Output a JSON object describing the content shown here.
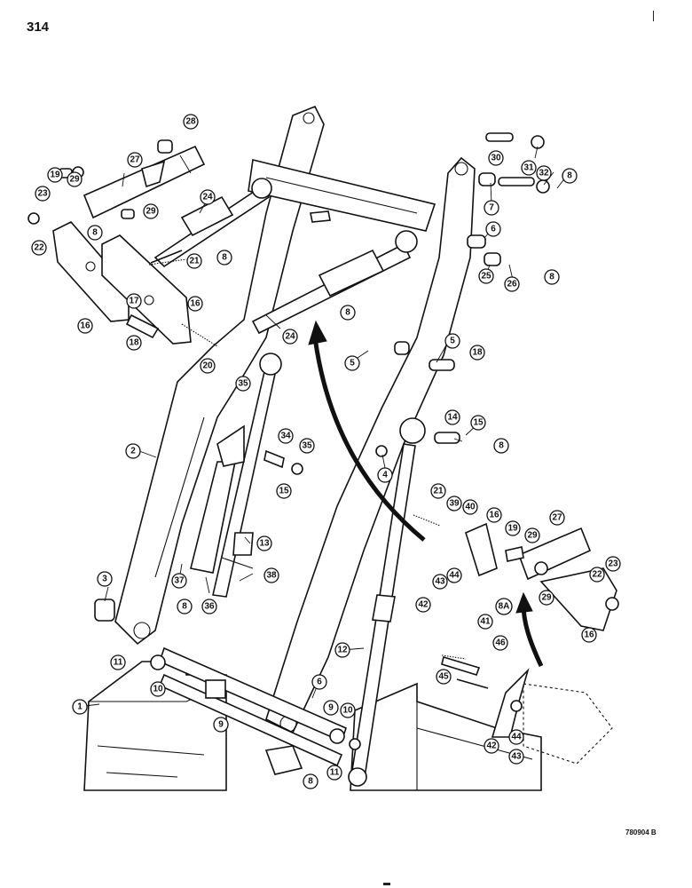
{
  "page_number": "314",
  "figure_code": "780904 B",
  "callouts": [
    {
      "id": "c1",
      "label": "1"
    },
    {
      "id": "c2",
      "label": "2"
    },
    {
      "id": "c3",
      "label": "3"
    },
    {
      "id": "c4",
      "label": "4"
    },
    {
      "id": "c5a",
      "label": "5"
    },
    {
      "id": "c5b",
      "label": "5"
    },
    {
      "id": "c6a",
      "label": "6"
    },
    {
      "id": "c6b",
      "label": "6"
    },
    {
      "id": "c7",
      "label": "7"
    },
    {
      "id": "c8a",
      "label": "8"
    },
    {
      "id": "c8b",
      "label": "8"
    },
    {
      "id": "c8c",
      "label": "8"
    },
    {
      "id": "c8d",
      "label": "8"
    },
    {
      "id": "c8e",
      "label": "8"
    },
    {
      "id": "c8f",
      "label": "8"
    },
    {
      "id": "c8g",
      "label": "8"
    },
    {
      "id": "c8h",
      "label": "8"
    },
    {
      "id": "c8i",
      "label": "8"
    },
    {
      "id": "c8A",
      "label": "8A"
    },
    {
      "id": "c9a",
      "label": "9"
    },
    {
      "id": "c9b",
      "label": "9"
    },
    {
      "id": "c10a",
      "label": "10"
    },
    {
      "id": "c10b",
      "label": "10"
    },
    {
      "id": "c11a",
      "label": "11"
    },
    {
      "id": "c11b",
      "label": "11"
    },
    {
      "id": "c12",
      "label": "12"
    },
    {
      "id": "c13",
      "label": "13"
    },
    {
      "id": "c14",
      "label": "14"
    },
    {
      "id": "c15a",
      "label": "15"
    },
    {
      "id": "c15b",
      "label": "15"
    },
    {
      "id": "c16a",
      "label": "16"
    },
    {
      "id": "c16b",
      "label": "16"
    },
    {
      "id": "c16c",
      "label": "16"
    },
    {
      "id": "c16d",
      "label": "16"
    },
    {
      "id": "c17",
      "label": "17"
    },
    {
      "id": "c18a",
      "label": "18"
    },
    {
      "id": "c18b",
      "label": "18"
    },
    {
      "id": "c19a",
      "label": "19"
    },
    {
      "id": "c19b",
      "label": "19"
    },
    {
      "id": "c20",
      "label": "20"
    },
    {
      "id": "c21a",
      "label": "21"
    },
    {
      "id": "c21b",
      "label": "21"
    },
    {
      "id": "c22a",
      "label": "22"
    },
    {
      "id": "c22b",
      "label": "22"
    },
    {
      "id": "c23a",
      "label": "23"
    },
    {
      "id": "c23b",
      "label": "23"
    },
    {
      "id": "c24a",
      "label": "24"
    },
    {
      "id": "c24b",
      "label": "24"
    },
    {
      "id": "c25",
      "label": "25"
    },
    {
      "id": "c26a",
      "label": "26"
    },
    {
      "id": "c26b",
      "label": "26"
    },
    {
      "id": "c27a",
      "label": "27"
    },
    {
      "id": "c27b",
      "label": "27"
    },
    {
      "id": "c28",
      "label": "28"
    },
    {
      "id": "c29a",
      "label": "29"
    },
    {
      "id": "c29b",
      "label": "29"
    },
    {
      "id": "c29c",
      "label": "29"
    },
    {
      "id": "c29d",
      "label": "29"
    },
    {
      "id": "c30",
      "label": "30"
    },
    {
      "id": "c31",
      "label": "31"
    },
    {
      "id": "c32",
      "label": "32"
    },
    {
      "id": "c34",
      "label": "34"
    },
    {
      "id": "c35a",
      "label": "35"
    },
    {
      "id": "c35b",
      "label": "35"
    },
    {
      "id": "c36",
      "label": "36"
    },
    {
      "id": "c37",
      "label": "37"
    },
    {
      "id": "c38",
      "label": "38"
    },
    {
      "id": "c39",
      "label": "39"
    },
    {
      "id": "c40",
      "label": "40"
    },
    {
      "id": "c41",
      "label": "41"
    },
    {
      "id": "c42a",
      "label": "42"
    },
    {
      "id": "c42b",
      "label": "42"
    },
    {
      "id": "c43a",
      "label": "43"
    },
    {
      "id": "c43b",
      "label": "43"
    },
    {
      "id": "c44a",
      "label": "44"
    },
    {
      "id": "c44b",
      "label": "44"
    },
    {
      "id": "c45",
      "label": "45"
    },
    {
      "id": "c46",
      "label": "46"
    }
  ]
}
